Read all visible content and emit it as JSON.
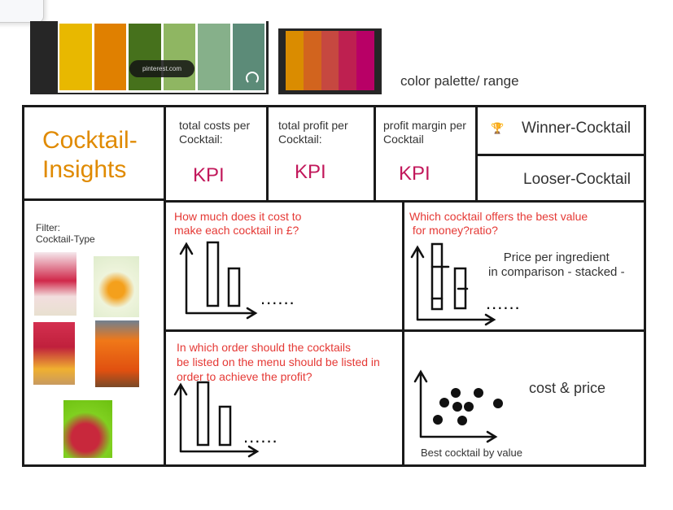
{
  "palettes": {
    "palette1": [
      "#e8b800",
      "#e08000",
      "#46711c",
      "#8fb662",
      "#86b08a",
      "#5c8b78"
    ],
    "palette1_badge": "pinterest.com",
    "palette2": [
      "#da8c00",
      "#d2641e",
      "#c64840",
      "#be2050",
      "#b80066"
    ],
    "label": "color palette/ range"
  },
  "title": "Cocktail-\nInsights",
  "filter": {
    "label": "Filter:",
    "type": "Cocktail-Type"
  },
  "kpis": [
    {
      "label": "total costs per Cocktail:",
      "value": "KPI"
    },
    {
      "label": "total profit per Cocktail:",
      "value": "KPI"
    },
    {
      "label": "profit margin per Cocktail",
      "value": "KPI"
    }
  ],
  "winner": {
    "icon": "trophy-icon",
    "label": "Winner-Cocktail"
  },
  "looser": {
    "label": "Looser-Cocktail"
  },
  "panels": {
    "q1": "How much does it cost to\nmake each cocktail in £?",
    "q2": "Which cocktail offers the best value\n for money?ratio?",
    "q2_note": "Price per ingredient\nin comparison - stacked -",
    "q3": "In which order should the cocktails\nbe listed on the menu should be listed in\norder to achieve the profit?",
    "q4_note": "cost & price",
    "q4_caption": "Best cocktail by value",
    "dots": "......"
  }
}
